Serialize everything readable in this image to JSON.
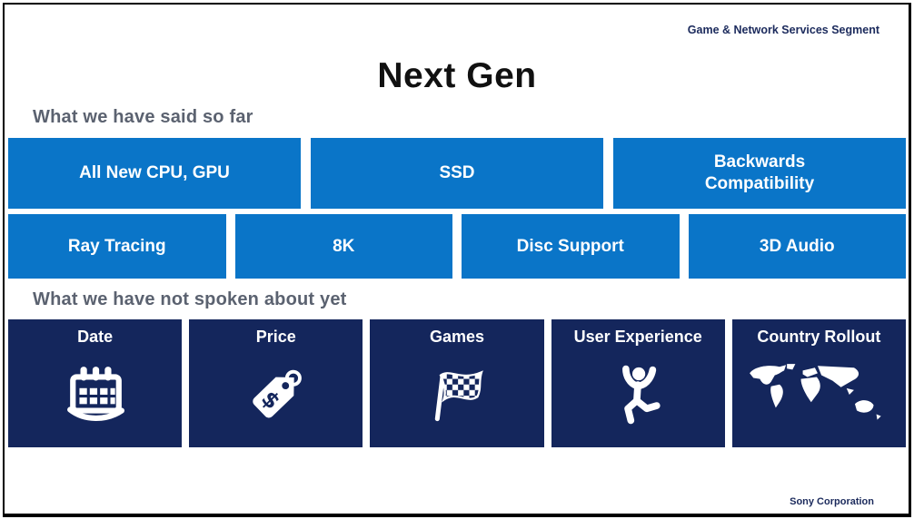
{
  "header": {
    "segment_label": "Game & Network Services Segment",
    "title": "Next Gen"
  },
  "said_section": {
    "heading": "What we have said so far",
    "row1": [
      {
        "label": "All New CPU, GPU"
      },
      {
        "label": "SSD"
      },
      {
        "label": "Backwards Compatibility"
      }
    ],
    "row2": [
      {
        "label": "Ray Tracing"
      },
      {
        "label": "8K"
      },
      {
        "label": "Disc Support"
      },
      {
        "label": "3D Audio"
      }
    ]
  },
  "upcoming_section": {
    "heading": "What we have not spoken about yet",
    "tiles": [
      {
        "label": "Date",
        "icon": "calendar-icon"
      },
      {
        "label": "Price",
        "icon": "price-tag-icon"
      },
      {
        "label": "Games",
        "icon": "checkered-flag-icon"
      },
      {
        "label": "User Experience",
        "icon": "jumping-person-icon"
      },
      {
        "label": "Country Rollout",
        "icon": "world-map-icon"
      }
    ]
  },
  "footer": {
    "company": "Sony Corporation"
  },
  "colors": {
    "tile_blue": "#0a75c8",
    "tile_navy": "#14265c",
    "heading_gray": "#5b6270",
    "corporate_navy": "#1b2a5c",
    "title_black": "#111111"
  }
}
